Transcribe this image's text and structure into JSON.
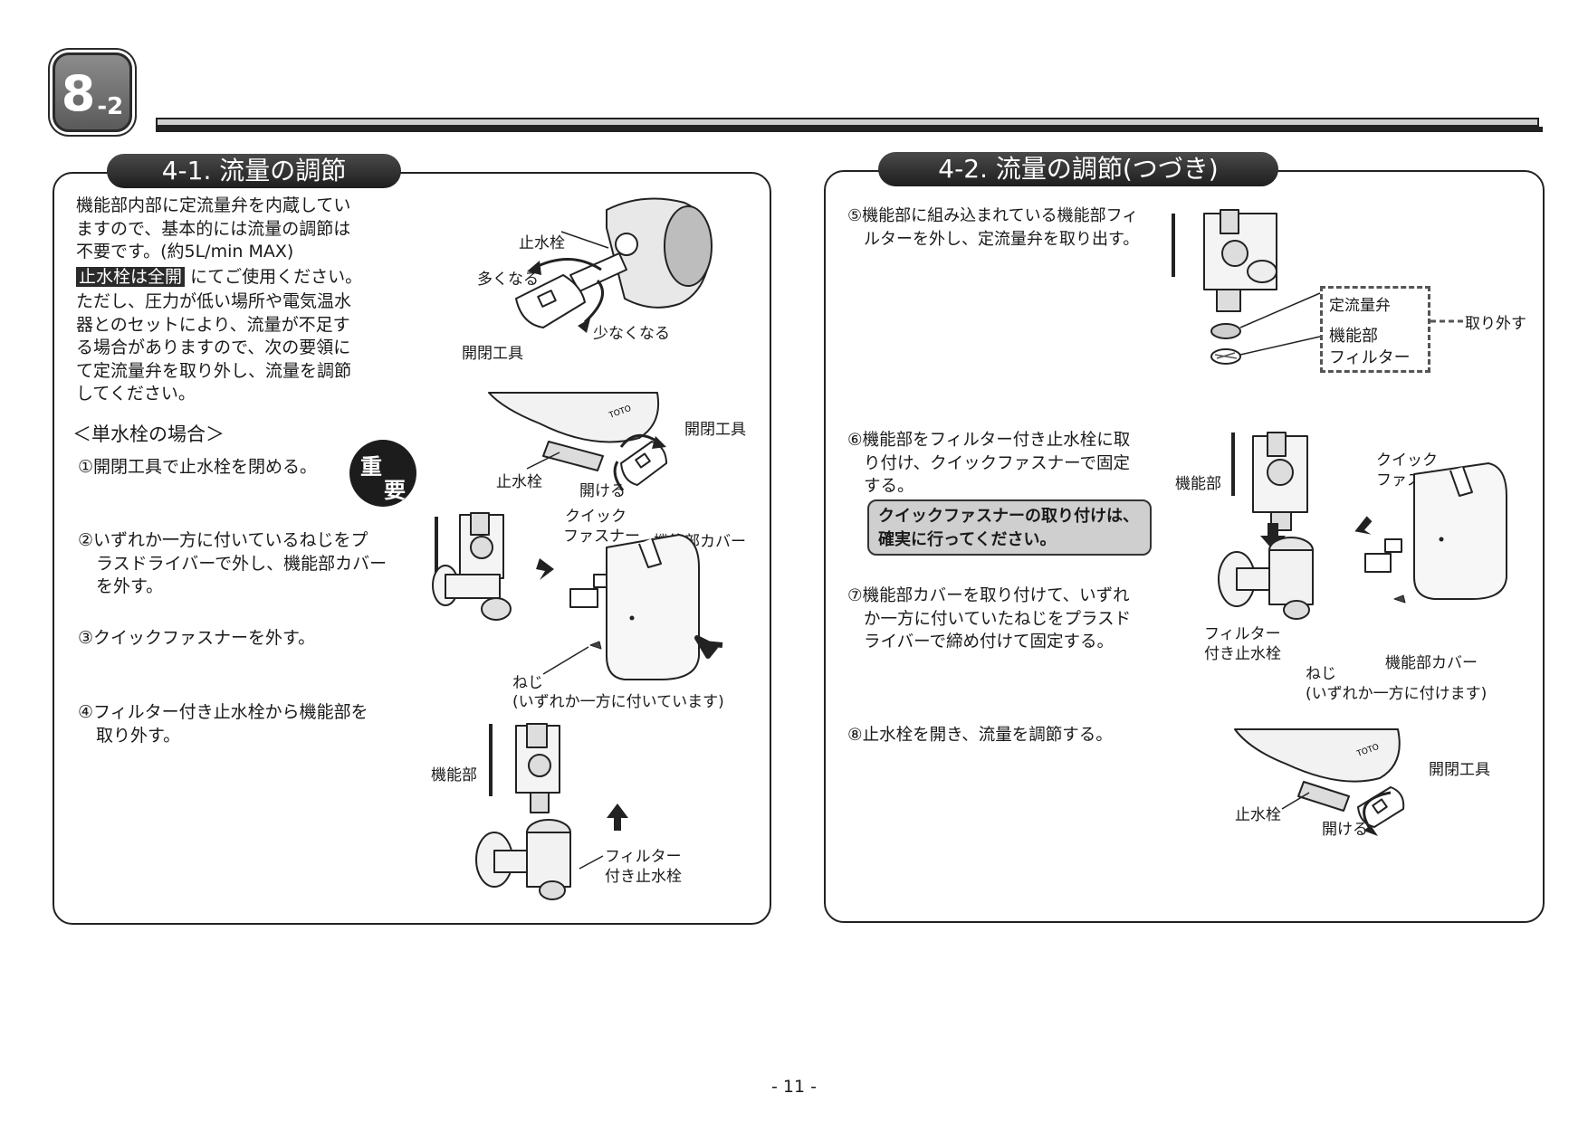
{
  "header": {
    "badge_main": "8",
    "badge_sub": "-2"
  },
  "left": {
    "title": "4-1. 流量の調節",
    "intro": [
      "機能部内部に定流量弁を内蔵してい",
      "ますので、基本的には流量の調節は",
      "不要です。(約5L/min MAX)"
    ],
    "highlight": "止水栓は全開",
    "highlight_tail": "にてご使用ください。",
    "para2": [
      "ただし、圧力が低い場所や電気温水",
      "器とのセットにより、流量が不足す",
      "る場合がありますので、次の要領に",
      "て定流量弁を取り外し、流量を調節",
      "してください。"
    ],
    "case_heading": "＜単水栓の場合＞",
    "important_mark": [
      "重",
      "要"
    ],
    "step1": "①開閉工具で止水栓を閉める。",
    "step2": [
      "②いずれか一方に付いているねじをプ",
      "ラスドライバーで外し、機能部カバー",
      "を外す。"
    ],
    "step3": "③クイックファスナーを外す。",
    "step4": [
      "④フィルター付き止水栓から機能部を",
      "取り外す。"
    ],
    "labels": {
      "shisuisen1": "止水栓",
      "ooku": "多くなる",
      "sukunaku": "少なくなる",
      "kaihei1": "開閉工具",
      "kaihei2": "開閉工具",
      "shisuisen2": "止水栓",
      "akeru": "開ける",
      "quick": [
        "クイック",
        "ファスナー"
      ],
      "cover": "機能部カバー",
      "neji": "ねじ",
      "neji_note": "(いずれか一方に付いています)",
      "kinoubu": "機能部",
      "filter_valve": [
        "フィルター",
        "付き止水栓"
      ]
    }
  },
  "right": {
    "title": "4-2. 流量の調節(つづき)",
    "step5": [
      "⑤機能部に組み込まれている機能部フィ",
      "ルターを外し、定流量弁を取り出す。"
    ],
    "step6": [
      "⑥機能部をフィルター付き止水栓に取",
      "り付け、クイックファスナーで固定",
      "する。"
    ],
    "note": [
      "クイックファスナーの取り付けは、",
      "確実に行ってください。"
    ],
    "step7": [
      "⑦機能部カバーを取り付けて、いずれ",
      "か一方に付いていたねじをプラスド",
      "ライバーで締め付けて固定する。"
    ],
    "step8": "⑧止水栓を開き、流量を調節する。",
    "labels": {
      "teiryuryo": "定流量弁",
      "kinoubu_filter": [
        "機能部",
        "フィルター"
      ],
      "torihazusu": "取り外す",
      "kinoubu": "機能部",
      "quick": [
        "クイック",
        "ファスナー"
      ],
      "filter_valve": [
        "フィルター",
        "付き止水栓"
      ],
      "neji": "ねじ",
      "neji_note": "(いずれか一方に付けます)",
      "cover": "機能部カバー",
      "kaihei": "開閉工具",
      "shisuisen": "止水栓",
      "akeru": "開ける"
    }
  },
  "page_number": "- 11 -"
}
